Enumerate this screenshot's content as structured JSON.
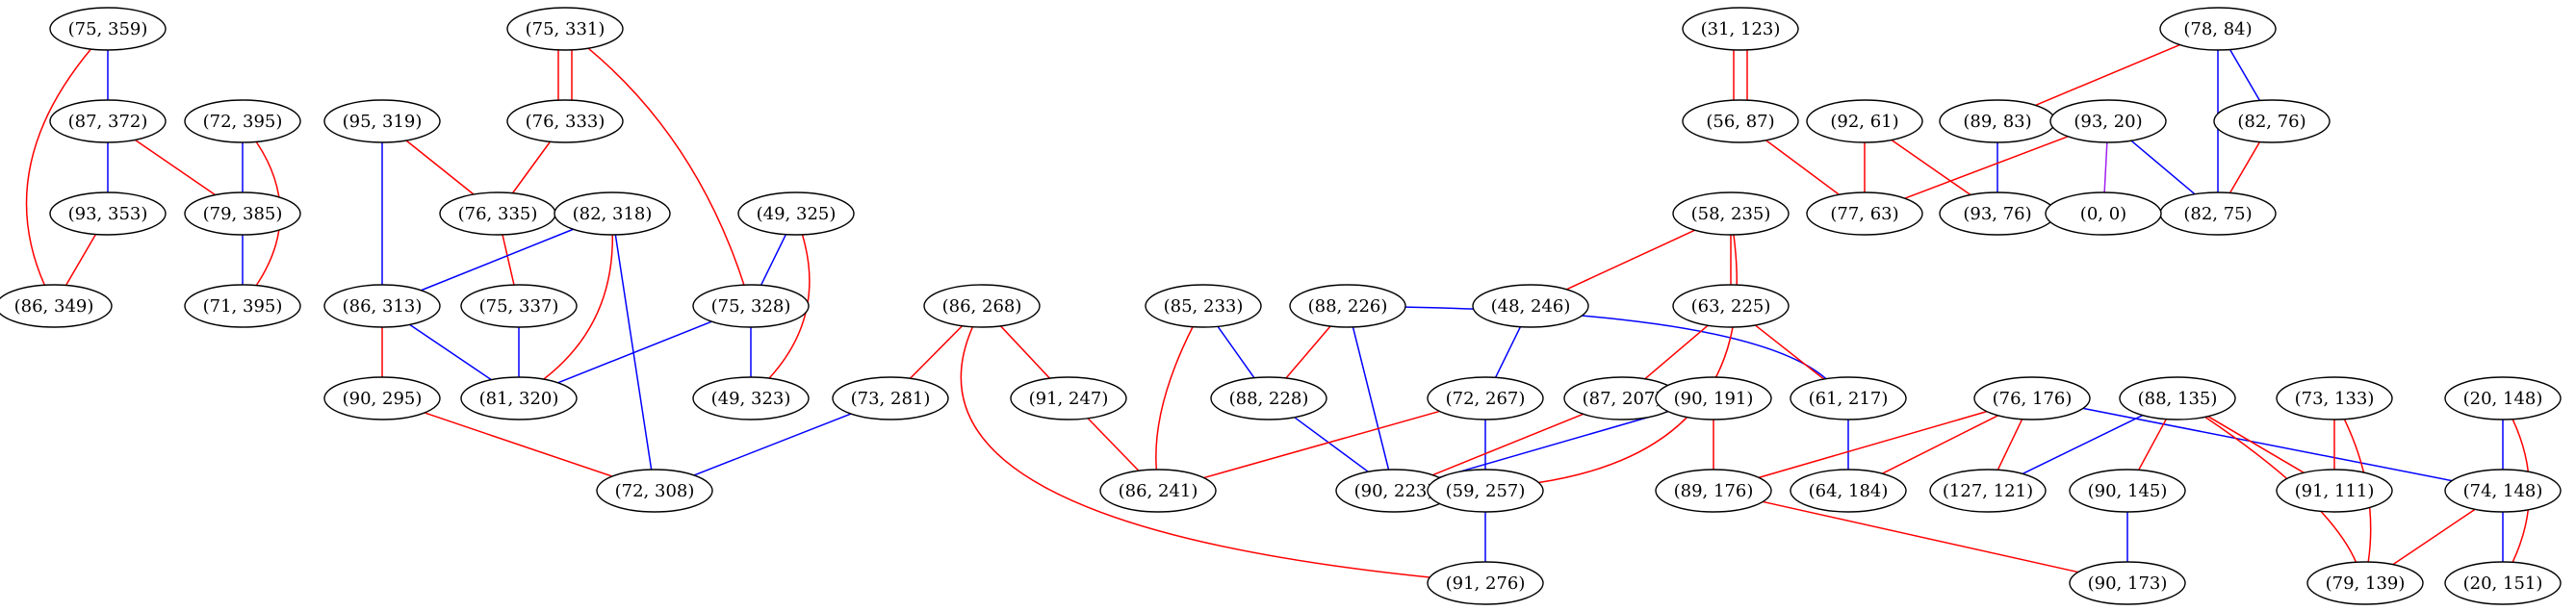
{
  "colors": {
    "red": "#ff0000",
    "blue": "#0000ff",
    "purple": "#a020f0"
  },
  "nodes": [
    {
      "id": "n75_359",
      "label": "(75, 359)"
    },
    {
      "id": "n87_372",
      "label": "(87, 372)"
    },
    {
      "id": "n93_353",
      "label": "(93, 353)"
    },
    {
      "id": "n86_349",
      "label": "(86, 349)"
    },
    {
      "id": "n72_395",
      "label": "(72, 395)"
    },
    {
      "id": "n79_385",
      "label": "(79, 385)"
    },
    {
      "id": "n71_395",
      "label": "(71, 395)"
    },
    {
      "id": "n95_319",
      "label": "(95, 319)"
    },
    {
      "id": "n86_313",
      "label": "(86, 313)"
    },
    {
      "id": "n90_295",
      "label": "(90, 295)"
    },
    {
      "id": "n75_331",
      "label": "(75, 331)"
    },
    {
      "id": "n76_333",
      "label": "(76, 333)"
    },
    {
      "id": "n76_335",
      "label": "(76, 335)"
    },
    {
      "id": "n75_337",
      "label": "(75, 337)"
    },
    {
      "id": "n81_320",
      "label": "(81, 320)"
    },
    {
      "id": "n82_318",
      "label": "(82, 318)"
    },
    {
      "id": "n72_308",
      "label": "(72, 308)"
    },
    {
      "id": "n49_325",
      "label": "(49, 325)"
    },
    {
      "id": "n75_328",
      "label": "(75, 328)"
    },
    {
      "id": "n49_323",
      "label": "(49, 323)"
    },
    {
      "id": "n86_268",
      "label": "(86, 268)"
    },
    {
      "id": "n73_281",
      "label": "(73, 281)"
    },
    {
      "id": "n91_247",
      "label": "(91, 247)"
    },
    {
      "id": "n91_276",
      "label": "(91, 276)"
    },
    {
      "id": "n85_233",
      "label": "(85, 233)"
    },
    {
      "id": "n88_228",
      "label": "(88, 228)"
    },
    {
      "id": "n86_241",
      "label": "(86, 241)"
    },
    {
      "id": "n88_226",
      "label": "(88, 226)"
    },
    {
      "id": "n90_223",
      "label": "(90, 223)"
    },
    {
      "id": "n48_246",
      "label": "(48, 246)"
    },
    {
      "id": "n72_267",
      "label": "(72, 267)"
    },
    {
      "id": "n59_257",
      "label": "(59, 257)"
    },
    {
      "id": "n58_235",
      "label": "(58, 235)"
    },
    {
      "id": "n63_225",
      "label": "(63, 225)"
    },
    {
      "id": "n87_207",
      "label": "(87, 207)"
    },
    {
      "id": "n61_217",
      "label": "(61, 217)"
    },
    {
      "id": "n64_184",
      "label": "(64, 184)"
    },
    {
      "id": "n90_191",
      "label": "(90, 191)"
    },
    {
      "id": "n89_176",
      "label": "(89, 176)"
    },
    {
      "id": "n90_173",
      "label": "(90, 173)"
    },
    {
      "id": "n31_123",
      "label": "(31, 123)"
    },
    {
      "id": "n56_87",
      "label": "(56, 87)"
    },
    {
      "id": "n77_63",
      "label": "(77, 63)"
    },
    {
      "id": "n92_61",
      "label": "(92, 61)"
    },
    {
      "id": "n93_76",
      "label": "(93, 76)"
    },
    {
      "id": "n89_83",
      "label": "(89, 83)"
    },
    {
      "id": "n78_84",
      "label": "(78, 84)"
    },
    {
      "id": "n82_76",
      "label": "(82, 76)"
    },
    {
      "id": "n82_75",
      "label": "(82, 75)"
    },
    {
      "id": "n93_20",
      "label": "(93, 20)"
    },
    {
      "id": "n0_0",
      "label": "(0, 0)"
    },
    {
      "id": "n76_176",
      "label": "(76, 176)"
    },
    {
      "id": "n127_121",
      "label": "(127, 121)"
    },
    {
      "id": "n88_135",
      "label": "(88, 135)"
    },
    {
      "id": "n90_145",
      "label": "(90, 145)"
    },
    {
      "id": "n91_111",
      "label": "(91, 111)"
    },
    {
      "id": "n79_139",
      "label": "(79, 139)"
    },
    {
      "id": "n73_133",
      "label": "(73, 133)"
    },
    {
      "id": "n20_148",
      "label": "(20, 148)"
    },
    {
      "id": "n74_148",
      "label": "(74, 148)"
    },
    {
      "id": "n20_151",
      "label": "(20, 151)"
    }
  ],
  "edges": [
    {
      "from": "n75_359",
      "to": "n87_372",
      "color": "blue"
    },
    {
      "from": "n75_359",
      "to": "n86_349",
      "color": "red"
    },
    {
      "from": "n87_372",
      "to": "n93_353",
      "color": "blue"
    },
    {
      "from": "n87_372",
      "to": "n79_385",
      "color": "red"
    },
    {
      "from": "n93_353",
      "to": "n86_349",
      "color": "red"
    },
    {
      "from": "n72_395",
      "to": "n79_385",
      "color": "blue"
    },
    {
      "from": "n72_395",
      "to": "n71_395",
      "color": "red"
    },
    {
      "from": "n79_385",
      "to": "n71_395",
      "color": "blue"
    },
    {
      "from": "n95_319",
      "to": "n86_313",
      "color": "blue"
    },
    {
      "from": "n95_319",
      "to": "n76_335",
      "color": "red"
    },
    {
      "from": "n75_331",
      "to": "n76_333",
      "color": "red"
    },
    {
      "from": "n75_331",
      "to": "n76_333",
      "color": "red"
    },
    {
      "from": "n75_331",
      "to": "n75_328",
      "color": "red"
    },
    {
      "from": "n76_333",
      "to": "n76_335",
      "color": "red"
    },
    {
      "from": "n76_335",
      "to": "n75_337",
      "color": "red"
    },
    {
      "from": "n75_337",
      "to": "n81_320",
      "color": "blue"
    },
    {
      "from": "n82_318",
      "to": "n86_313",
      "color": "blue"
    },
    {
      "from": "n82_318",
      "to": "n81_320",
      "color": "red"
    },
    {
      "from": "n82_318",
      "to": "n72_308",
      "color": "blue"
    },
    {
      "from": "n86_313",
      "to": "n81_320",
      "color": "blue"
    },
    {
      "from": "n86_313",
      "to": "n90_295",
      "color": "red"
    },
    {
      "from": "n90_295",
      "to": "n72_308",
      "color": "red"
    },
    {
      "from": "n49_325",
      "to": "n75_328",
      "color": "blue"
    },
    {
      "from": "n49_325",
      "to": "n49_323",
      "color": "red"
    },
    {
      "from": "n75_328",
      "to": "n81_320",
      "color": "blue"
    },
    {
      "from": "n75_328",
      "to": "n49_323",
      "color": "blue"
    },
    {
      "from": "n86_268",
      "to": "n73_281",
      "color": "red"
    },
    {
      "from": "n86_268",
      "to": "n91_247",
      "color": "red"
    },
    {
      "from": "n86_268",
      "to": "n91_276",
      "color": "red"
    },
    {
      "from": "n73_281",
      "to": "n72_308",
      "color": "blue"
    },
    {
      "from": "n91_247",
      "to": "n86_241",
      "color": "red"
    },
    {
      "from": "n85_233",
      "to": "n88_228",
      "color": "blue"
    },
    {
      "from": "n85_233",
      "to": "n86_241",
      "color": "red"
    },
    {
      "from": "n88_226",
      "to": "n88_228",
      "color": "red"
    },
    {
      "from": "n88_226",
      "to": "n90_223",
      "color": "blue"
    },
    {
      "from": "n88_226",
      "to": "n61_217",
      "color": "blue"
    },
    {
      "from": "n88_228",
      "to": "n90_223",
      "color": "blue"
    },
    {
      "from": "n48_246",
      "to": "n72_267",
      "color": "blue"
    },
    {
      "from": "n72_267",
      "to": "n86_241",
      "color": "red"
    },
    {
      "from": "n72_267",
      "to": "n59_257",
      "color": "blue"
    },
    {
      "from": "n58_235",
      "to": "n48_246",
      "color": "red"
    },
    {
      "from": "n58_235",
      "to": "n63_225",
      "color": "red"
    },
    {
      "from": "n58_235",
      "to": "n59_257",
      "color": "red"
    },
    {
      "from": "n63_225",
      "to": "n87_207",
      "color": "red"
    },
    {
      "from": "n63_225",
      "to": "n61_217",
      "color": "red"
    },
    {
      "from": "n87_207",
      "to": "n90_223",
      "color": "red"
    },
    {
      "from": "n90_191",
      "to": "n90_223",
      "color": "blue"
    },
    {
      "from": "n90_191",
      "to": "n89_176",
      "color": "red"
    },
    {
      "from": "n61_217",
      "to": "n64_184",
      "color": "blue"
    },
    {
      "from": "n59_257",
      "to": "n91_276",
      "color": "blue"
    },
    {
      "from": "n89_176",
      "to": "n90_173",
      "color": "red"
    },
    {
      "from": "n31_123",
      "to": "n56_87",
      "color": "red"
    },
    {
      "from": "n31_123",
      "to": "n56_87",
      "color": "red"
    },
    {
      "from": "n56_87",
      "to": "n77_63",
      "color": "red"
    },
    {
      "from": "n92_61",
      "to": "n77_63",
      "color": "red"
    },
    {
      "from": "n92_61",
      "to": "n93_76",
      "color": "red"
    },
    {
      "from": "n89_83",
      "to": "n93_76",
      "color": "blue"
    },
    {
      "from": "n78_84",
      "to": "n89_83",
      "color": "red"
    },
    {
      "from": "n78_84",
      "to": "n82_76",
      "color": "blue"
    },
    {
      "from": "n78_84",
      "to": "n82_75",
      "color": "blue"
    },
    {
      "from": "n82_76",
      "to": "n82_75",
      "color": "red"
    },
    {
      "from": "n93_20",
      "to": "n77_63",
      "color": "red"
    },
    {
      "from": "n93_20",
      "to": "n0_0",
      "color": "purple"
    },
    {
      "from": "n93_20",
      "to": "n82_75",
      "color": "blue"
    },
    {
      "from": "n76_176",
      "to": "n89_176",
      "color": "red"
    },
    {
      "from": "n76_176",
      "to": "n64_184",
      "color": "red"
    },
    {
      "from": "n76_176",
      "to": "n127_121",
      "color": "red"
    },
    {
      "from": "n76_176",
      "to": "n74_148",
      "color": "blue"
    },
    {
      "from": "n88_135",
      "to": "n127_121",
      "color": "blue"
    },
    {
      "from": "n88_135",
      "to": "n90_145",
      "color": "red"
    },
    {
      "from": "n88_135",
      "to": "n91_111",
      "color": "red"
    },
    {
      "from": "n88_135",
      "to": "n79_139",
      "color": "red"
    },
    {
      "from": "n90_145",
      "to": "n90_173",
      "color": "blue"
    },
    {
      "from": "n73_133",
      "to": "n91_111",
      "color": "red"
    },
    {
      "from": "n73_133",
      "to": "n79_139",
      "color": "red"
    },
    {
      "from": "n20_148",
      "to": "n74_148",
      "color": "blue"
    },
    {
      "from": "n20_148",
      "to": "n20_151",
      "color": "red"
    },
    {
      "from": "n74_148",
      "to": "n79_139",
      "color": "red"
    },
    {
      "from": "n74_148",
      "to": "n20_151",
      "color": "blue"
    }
  ]
}
